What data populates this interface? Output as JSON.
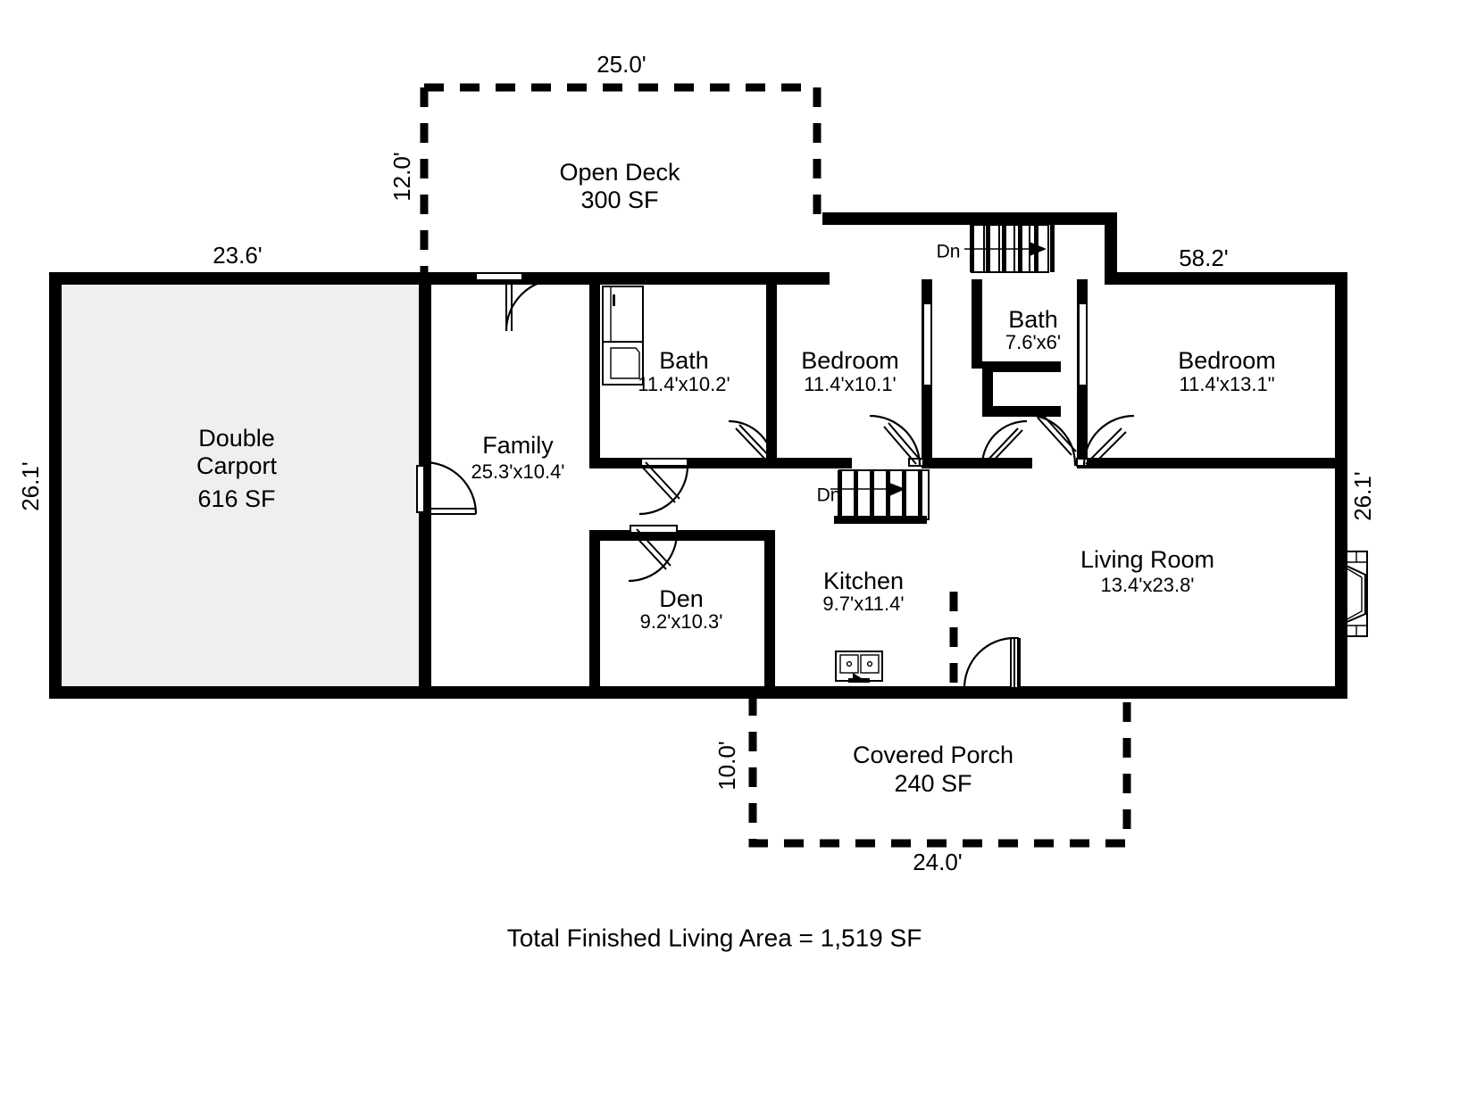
{
  "plan": {
    "title_total": "Total Finished Living Area = 1,519 SF",
    "colors": {
      "wall": "#000000",
      "carport_fill": "#efefef",
      "background": "#ffffff"
    }
  },
  "exterior_dimensions": [
    {
      "id": "deck-width",
      "label": "25.0'",
      "orientation": "horizontal"
    },
    {
      "id": "deck-depth",
      "label": "12.0'",
      "orientation": "vertical"
    },
    {
      "id": "carport-width",
      "label": "23.6'",
      "orientation": "horizontal"
    },
    {
      "id": "carport-depth",
      "label": "26.1'",
      "orientation": "vertical"
    },
    {
      "id": "house-width",
      "label": "58.2'",
      "orientation": "horizontal"
    },
    {
      "id": "house-depth-right",
      "label": "26.1'",
      "orientation": "vertical"
    },
    {
      "id": "porch-depth",
      "label": "10.0'",
      "orientation": "vertical"
    },
    {
      "id": "porch-width",
      "label": "24.0'",
      "orientation": "horizontal"
    }
  ],
  "unfinished_areas": [
    {
      "id": "open-deck",
      "name": "Open Deck",
      "area": "300 SF"
    },
    {
      "id": "double-carport",
      "name": "Double",
      "name2": "Carport",
      "area": "616 SF"
    },
    {
      "id": "covered-porch",
      "name": "Covered Porch",
      "area": "240 SF"
    }
  ],
  "rooms": [
    {
      "id": "family",
      "name": "Family",
      "dim": "25.3'x10.4'"
    },
    {
      "id": "bath-1",
      "name": "Bath",
      "dim": "11.4'x10.2'"
    },
    {
      "id": "bedroom-1",
      "name": "Bedroom",
      "dim": "11.4'x10.1'"
    },
    {
      "id": "bath-2",
      "name": "Bath",
      "dim": "7.6'x6'"
    },
    {
      "id": "bedroom-2",
      "name": "Bedroom",
      "dim": "11.4'x13.1\""
    },
    {
      "id": "den",
      "name": "Den",
      "dim": "9.2'x10.3'"
    },
    {
      "id": "kitchen",
      "name": "Kitchen",
      "dim": "9.7'x11.4'"
    },
    {
      "id": "living-room",
      "name": "Living Room",
      "dim": "13.4'x23.8'"
    }
  ],
  "stairs": [
    {
      "id": "stair-upper",
      "label": "Dn",
      "direction": "right"
    },
    {
      "id": "stair-lower",
      "label": "Dn",
      "direction": "right"
    }
  ]
}
